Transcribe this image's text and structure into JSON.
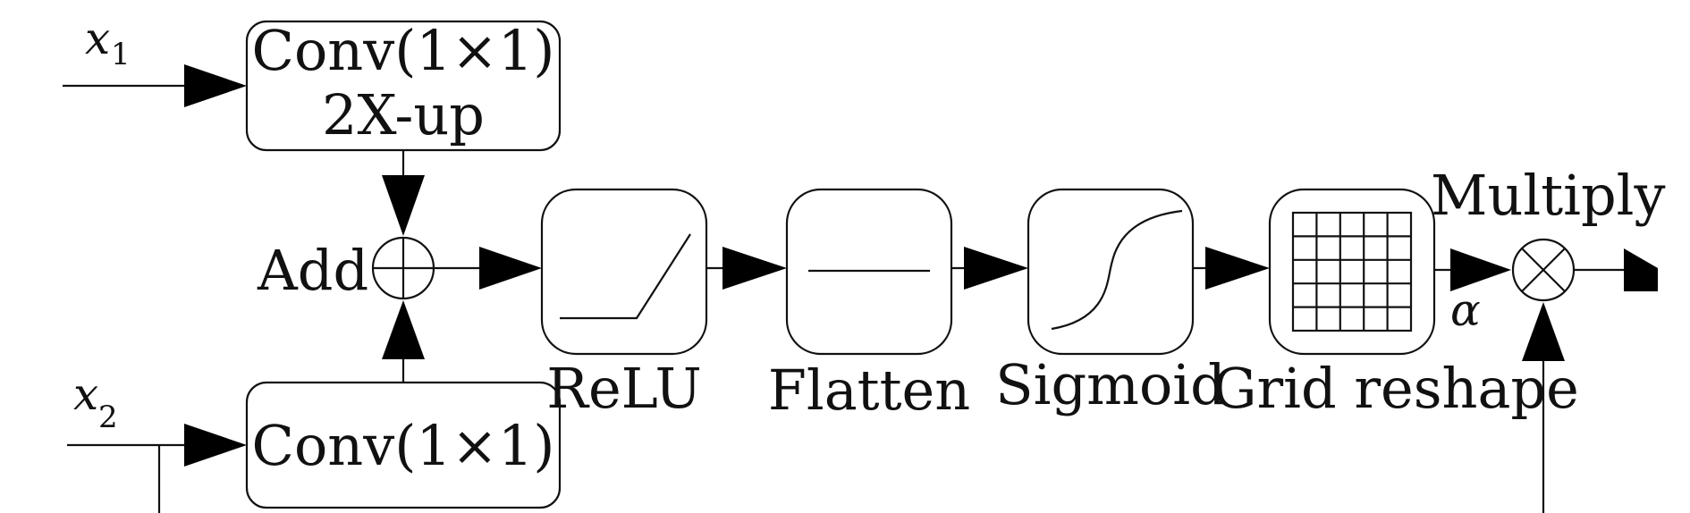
{
  "inputs": {
    "x1": {
      "symbol": "x",
      "subscript": "1"
    },
    "x2": {
      "symbol": "x",
      "subscript": "2"
    }
  },
  "blocks": {
    "conv_top": {
      "line1": "Conv(1×1)",
      "line2": "2X-up"
    },
    "conv_bottom": {
      "label": "Conv(1×1)"
    },
    "add": {
      "label": "Add"
    },
    "relu": {
      "label": "ReLU"
    },
    "flatten": {
      "label": "Flatten"
    },
    "sigmoid": {
      "label": "Sigmoid"
    },
    "grid": {
      "label": "Grid reshape"
    },
    "multiply": {
      "label": "Multiply"
    }
  },
  "alpha": {
    "label": "α"
  },
  "icons": {
    "add": "circle-plus-icon",
    "relu": "relu-curve-icon",
    "flatten": "flat-line-icon",
    "sigmoid": "sigmoid-curve-icon",
    "grid": "grid-icon",
    "multiply": "circle-times-icon"
  }
}
